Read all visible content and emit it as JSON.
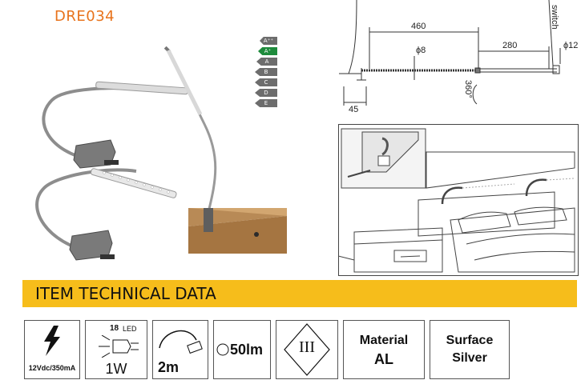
{
  "header": {
    "model": "DRE034"
  },
  "energy_labels": [
    {
      "label": "A⁺⁺",
      "color": "#6d6d6d"
    },
    {
      "label": "A⁺",
      "color": "#1e8b3c"
    },
    {
      "label": "A",
      "color": "#6d6d6d"
    },
    {
      "label": "B",
      "color": "#6d6d6d"
    },
    {
      "label": "C",
      "color": "#6d6d6d"
    },
    {
      "label": "D",
      "color": "#6d6d6d"
    },
    {
      "label": "E",
      "color": "#6d6d6d"
    }
  ],
  "dimensions": {
    "length": "460",
    "diameter": "ϕ8",
    "cable": "280",
    "switch_label": "switch",
    "switch_diameter": "ϕ12",
    "clamp": "45",
    "rotation": "360°"
  },
  "banner": {
    "title": "ITEM TECHNICAL DATA"
  },
  "specs": {
    "power_supply": "12Vdc/350mA",
    "led_count": "18",
    "led_label": "LED",
    "wattage": "1W",
    "cable_length": "2m",
    "lumen": "50lm",
    "class": "III",
    "material_label": "Material",
    "material_value": "AL",
    "surface_label": "Surface",
    "surface_value": "Silver"
  },
  "colors": {
    "accent": "#e8731c",
    "banner": "#f6bd1b"
  }
}
